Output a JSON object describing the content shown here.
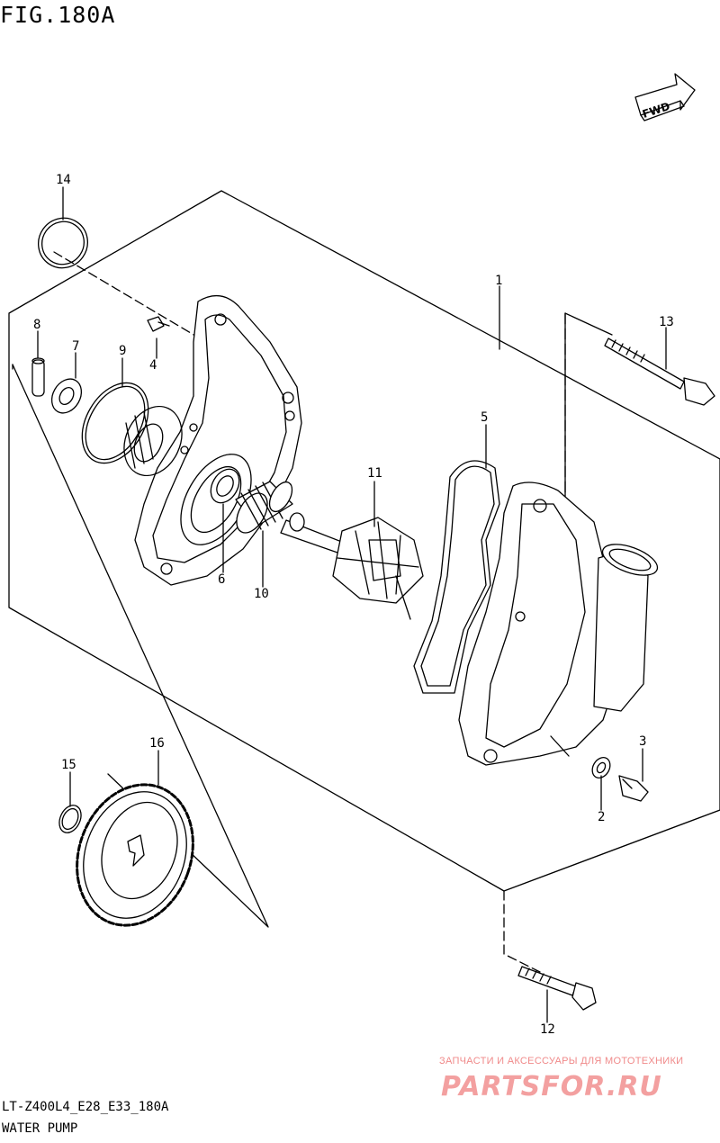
{
  "figure": {
    "title": "FIG.180A",
    "model_code": "LT-Z400L4_E28_E33_180A",
    "caption": "WATER PUMP",
    "direction_badge": "FWD"
  },
  "callouts": [
    "1",
    "2",
    "3",
    "4",
    "5",
    "6",
    "7",
    "8",
    "9",
    "10",
    "11",
    "12",
    "13",
    "14",
    "15",
    "16"
  ],
  "watermark": {
    "tagline": "ЗАПЧАСТИ И АКСЕССУАРЫ ДЛЯ МОТОТЕХНИКИ",
    "logo": "PARTSFOR.RU"
  }
}
